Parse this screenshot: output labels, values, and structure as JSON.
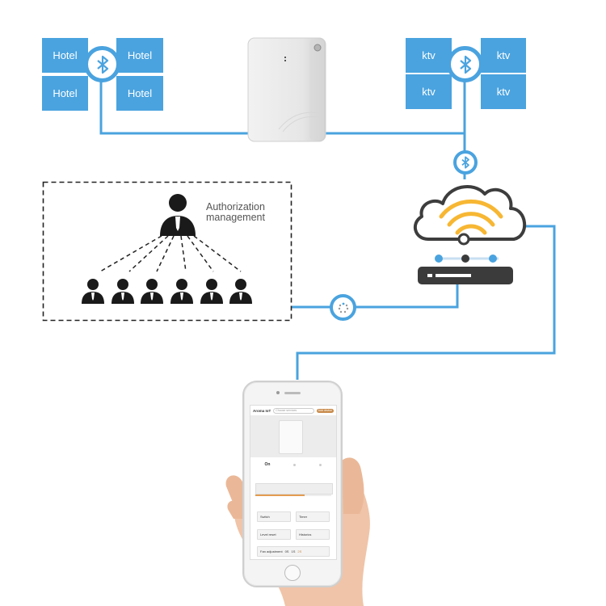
{
  "hotel_group": {
    "labels": [
      "Hotel",
      "Hotel",
      "Hotel",
      "Hotel"
    ]
  },
  "ktv_group": {
    "labels": [
      "ktv",
      "ktv",
      "ktv",
      "ktv"
    ]
  },
  "authorization": {
    "label_line1": "Authorization",
    "label_line2": "management"
  },
  "phone_app": {
    "app_title": "Aroma IoT",
    "search_placeholder": "Choose services",
    "add_device_label": "Add device",
    "status_on": "On",
    "tiles": [
      "Switch",
      "Timer",
      "Level reset",
      "Historics"
    ],
    "fan_adjustment_label": "Fan adjustment",
    "fan_options": [
      "0S",
      "1S",
      "2S"
    ],
    "progress": 0.65
  },
  "colors": {
    "link_blue": "#4aa3df",
    "wifi_yellow": "#f7b733",
    "router_dark": "#3b3b3b",
    "cloud_stroke": "#3d3d3d"
  }
}
